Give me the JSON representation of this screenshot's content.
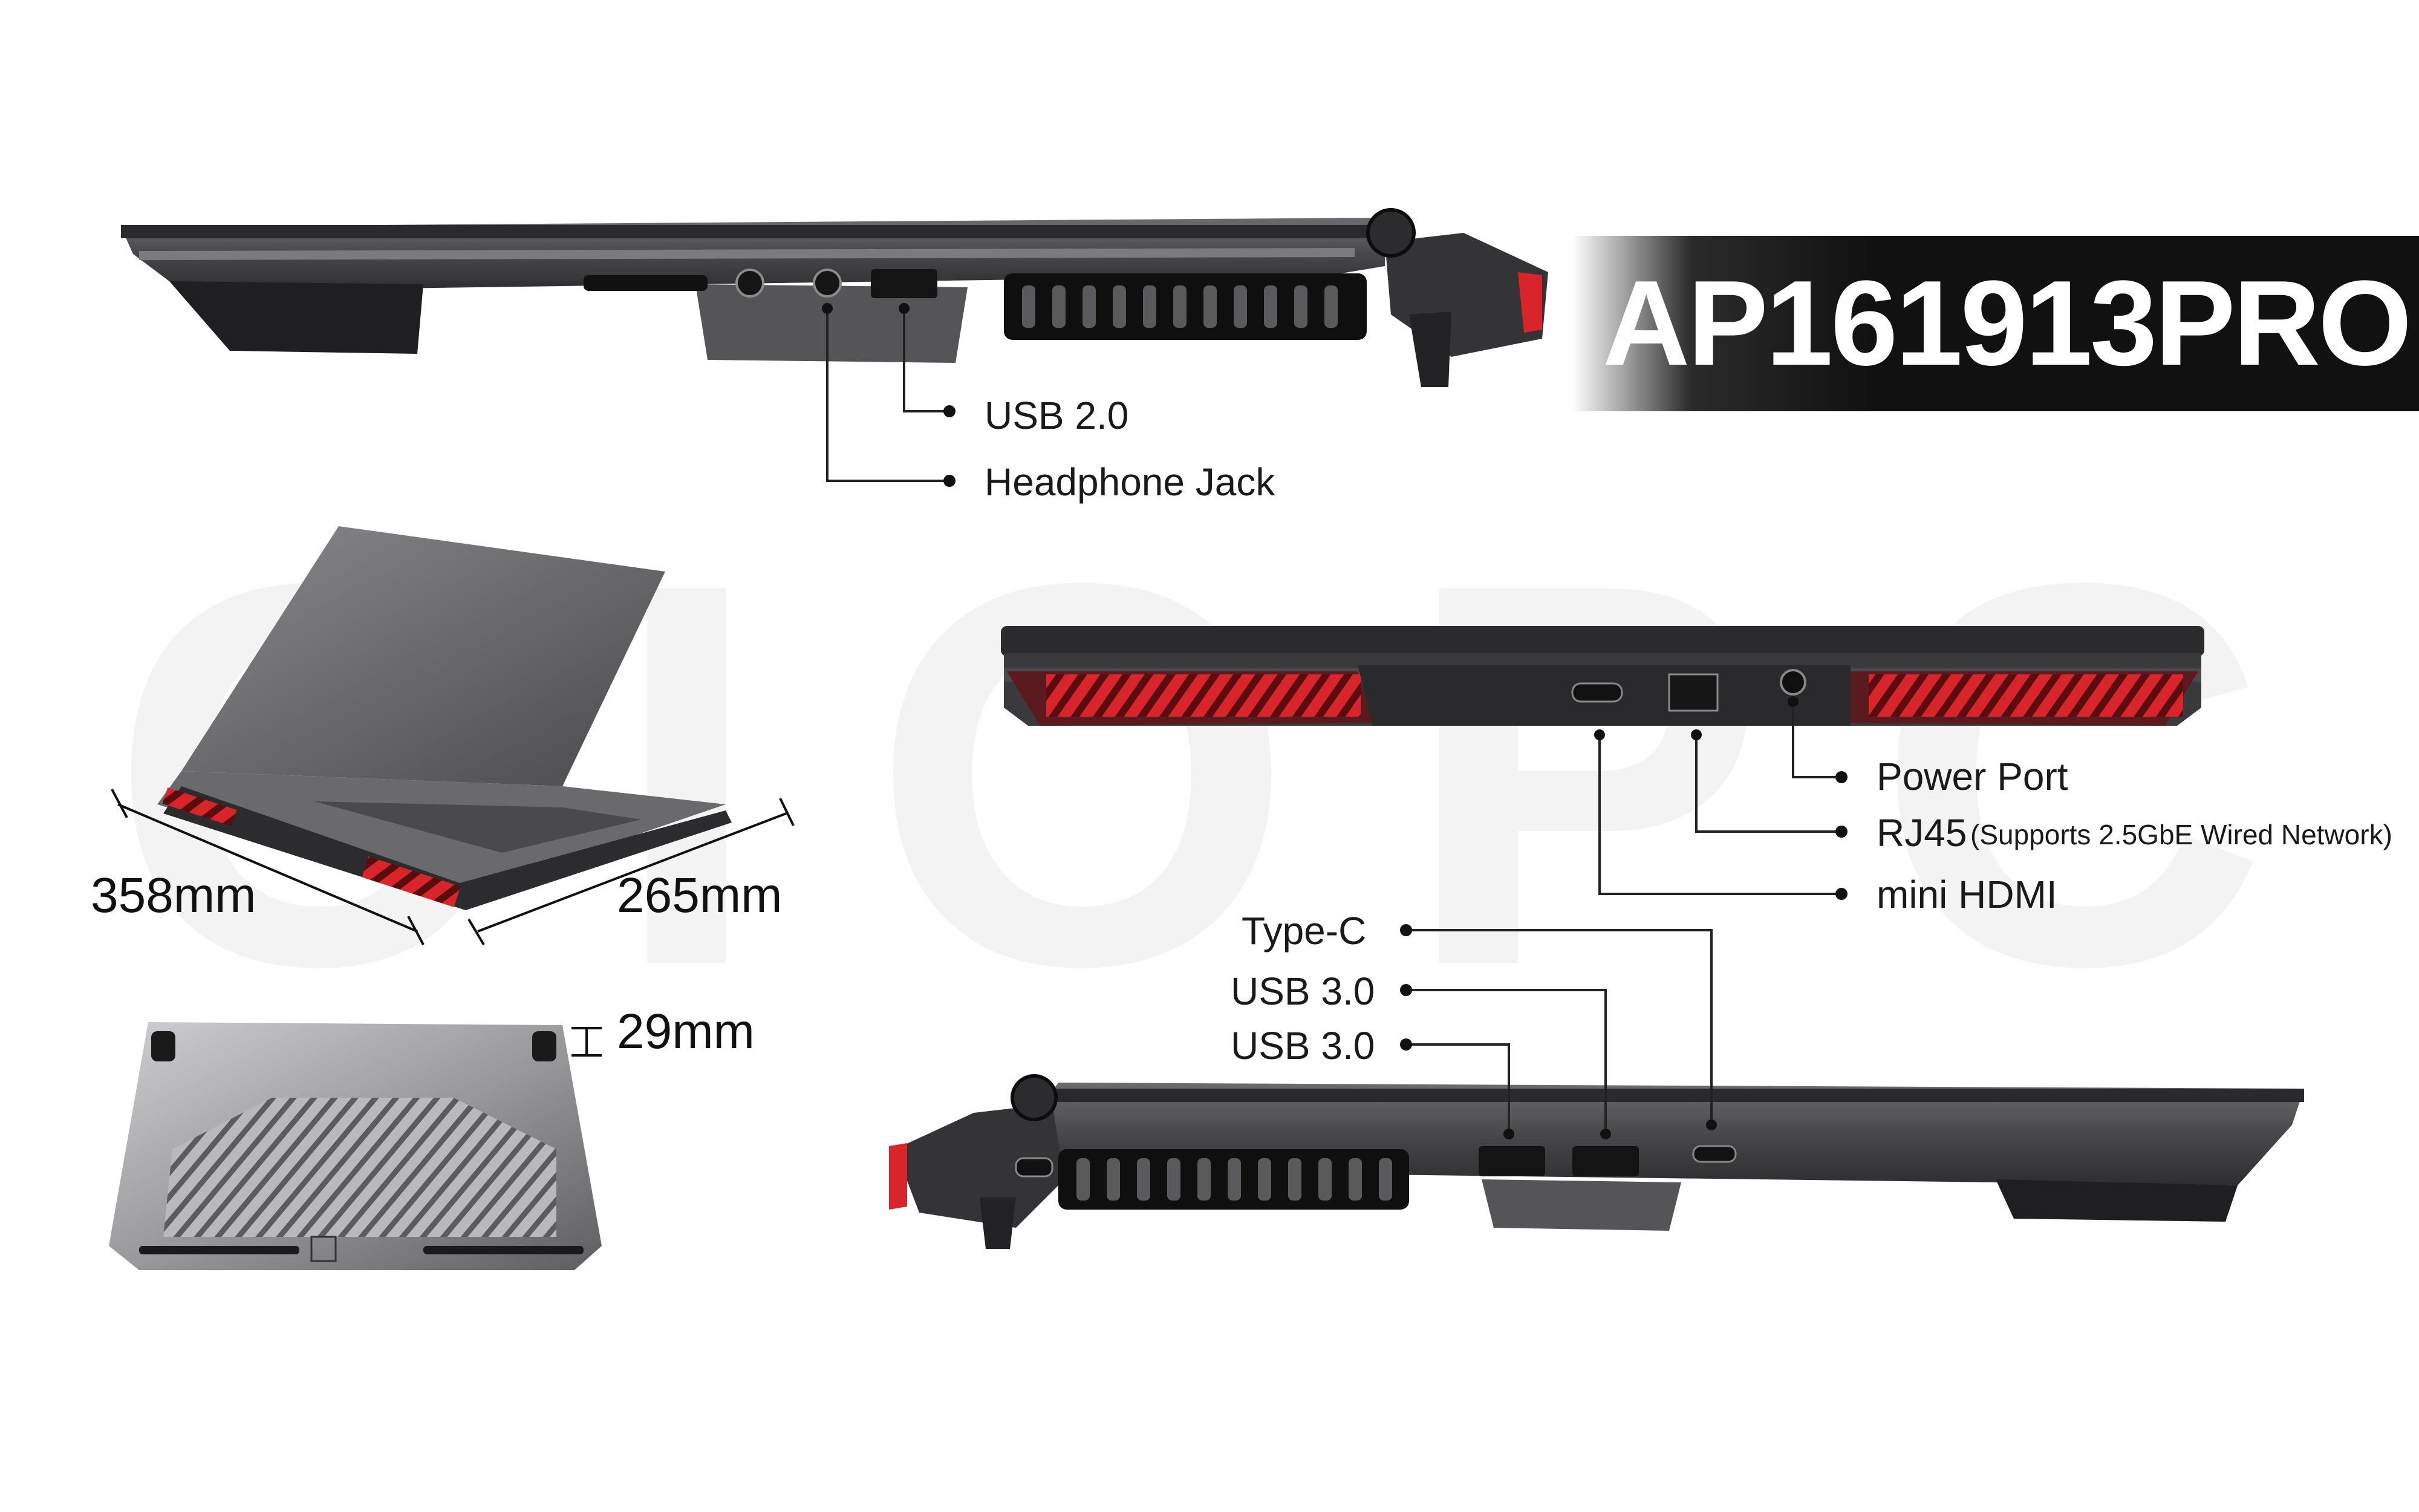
{
  "model": "AP161913PRO",
  "left_side_ports": {
    "usb20": "USB 2.0",
    "headphone": "Headphone Jack"
  },
  "rear_ports": {
    "power": "Power Port",
    "rj45": "RJ45",
    "rj45_note": "(Supports 2.5GbE Wired Network)",
    "mini_hdmi": "mini HDMI"
  },
  "right_side_ports": {
    "typec": "Type-C",
    "usb30_a": "USB 3.0",
    "usb30_b": "USB 3.0"
  },
  "dimensions": {
    "width": "358mm",
    "depth": "265mm",
    "height": "29mm"
  },
  "colors": {
    "accent_red": "#d8252b",
    "chassis": "#3c3c3e",
    "chassis_light": "#6a6a6d"
  }
}
